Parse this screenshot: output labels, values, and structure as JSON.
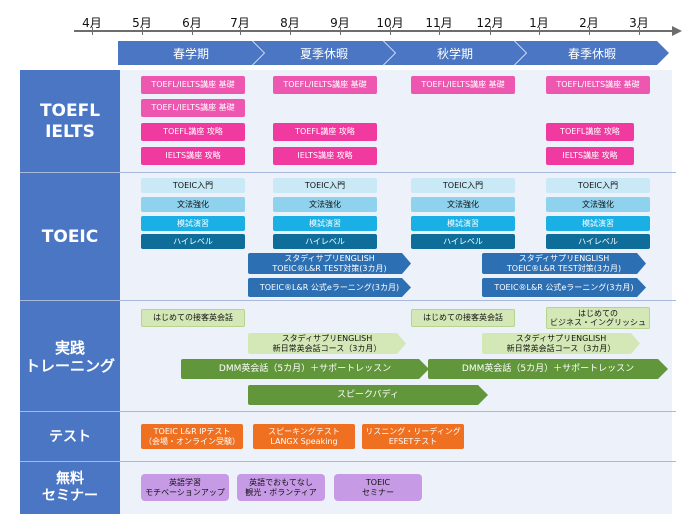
{
  "months": [
    "4月",
    "5月",
    "6月",
    "7月",
    "8月",
    "9月",
    "10月",
    "11月",
    "12月",
    "1月",
    "2月",
    "3月"
  ],
  "terms": [
    "春学期",
    "夏季休暇",
    "秋学期",
    "春季休暇"
  ],
  "sections": {
    "toefl": "TOEFL\nIELTS",
    "toeic": "TOEIC",
    "practice": "実践\nトレーニング",
    "test": "テスト",
    "seminar": "無料\nセミナー"
  },
  "toefl": {
    "basic": "TOEFL/IELTS講座 基礎",
    "toefl_attack": "TOEFL講座 攻略",
    "ielts_attack": "IELTS講座 攻略"
  },
  "toeic": {
    "intro": "TOEIC入門",
    "grammar": "文法強化",
    "mock": "模試演習",
    "high": "ハイレベル",
    "studysapuri": "スタディサプリENGLISH\nTOEIC®L&R TEST対策(3カ月)",
    "elearning": "TOEIC®L&R 公式eラーニング(3カ月)"
  },
  "practice": {
    "hospitality": "はじめての接客英会話",
    "business": "はじめての\nビジネス・イングリッシュ",
    "daily": "スタディサプリENGLISH\n新日常英会話コース（3カ月）",
    "dmm": "DMM英会話（5カ月）＋サポートレッスン",
    "speakbuddy": "スピークバディ"
  },
  "test": {
    "toeic_ip": "TOEIC L&R IPテスト\n（会場・オンライン受験）",
    "speaking": "スピーキングテスト\nLANGX Speaking",
    "efset": "リスニング・リーディング\nEFSETテスト"
  },
  "seminar": {
    "motivation": "英語学習\nモチベーションアップ",
    "omotenashi": "英語でおもてなし\n観光・ボランティア",
    "toeic": "TOEIC\nセミナー"
  },
  "colors": {
    "primary_blue": "#4a76c3",
    "pink": "#f03aa0",
    "toeic_dark": "#0f6e99",
    "green_dark": "#61963a",
    "orange": "#ef7021",
    "purple": "#c79ae6"
  }
}
